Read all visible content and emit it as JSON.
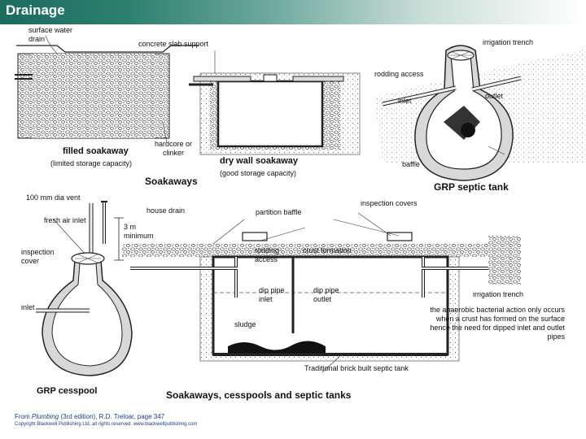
{
  "header": {
    "title": "Drainage"
  },
  "labels": {
    "surface_water_drain": "surface water drain",
    "concrete_slab_support": "concrete slab support",
    "irrigation_trench_top": "irrigation trench",
    "rodding_access_top": "rodding access",
    "inlet_top": "inlet",
    "outlet_top": "outlet",
    "hardcore_or_clinker": "hardcore or clinker",
    "filled_soakaway": "filled soakaway",
    "limited_storage": "(limited storage capacity)",
    "dry_wall_soakaway": "dry wall soakaway",
    "good_storage": "(good storage capacity)",
    "baffle": "baffle",
    "soakaways": "Soakaways",
    "grp_septic_tank": "GRP septic tank",
    "vent_100mm": "100 mm dia vent",
    "house_drain": "house drain",
    "partition_baffle": "partition baffle",
    "inspection_covers": "inspection covers",
    "fresh_air_inlet": "fresh air inlet",
    "three_m_minimum": "3 m minimum",
    "inspection_cover": "inspection cover",
    "rodding_access_bottom": "rodding access",
    "crust_formation": "crust formation",
    "dip_pipe_inlet": "dip pipe inlet",
    "dip_pipe_outlet": "dip pipe outlet",
    "irrigation_trench_bottom": "irrigation trench",
    "inlet_bottom": "inlet",
    "sludge": "sludge",
    "anaerobic_note": "the anaerobic bacterial action only occurs when a crust has formed on the surface hence the need for dipped inlet and outlet pipes",
    "traditional_brick": "Traditional brick built septic tank",
    "grp_cesspool": "GRP cesspool",
    "main_caption": "Soakaways, cesspools and septic tanks"
  },
  "footer": {
    "source_prefix": "From",
    "source_title": "Plumbing",
    "source_rest": "(3rd edition), R.D. Treloar, page 347",
    "copyright": "Copyright Blackwell Publishing Ltd, all rights reserved. www.blackwellpublishing.com"
  },
  "colors": {
    "header_dark": "#1c6b5e",
    "footer_text": "#1a3c8a"
  }
}
